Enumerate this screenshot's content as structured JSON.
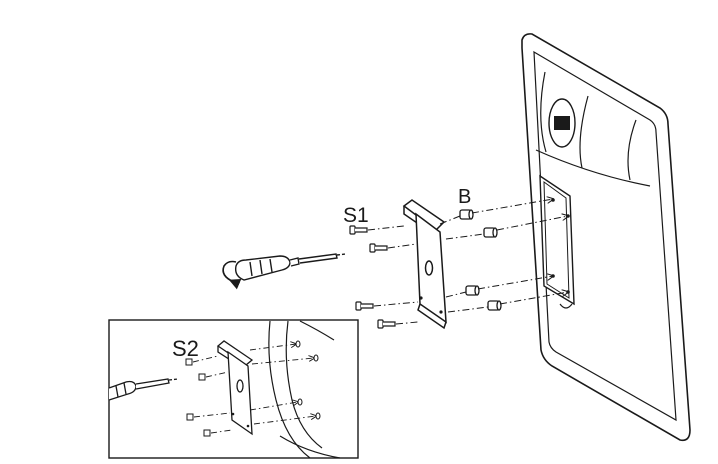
{
  "labels": {
    "screw_main": "S1",
    "spacer": "B",
    "screw_inset": "S2"
  },
  "icons": {
    "tool": "screwdriver-icon",
    "rotation": "clockwise-arrow-icon",
    "logo": "monitor-logo-icon"
  },
  "colors": {
    "line": "#1a1a1a",
    "panel_fill": "#ffffff",
    "shade": "#e6e6e6"
  }
}
